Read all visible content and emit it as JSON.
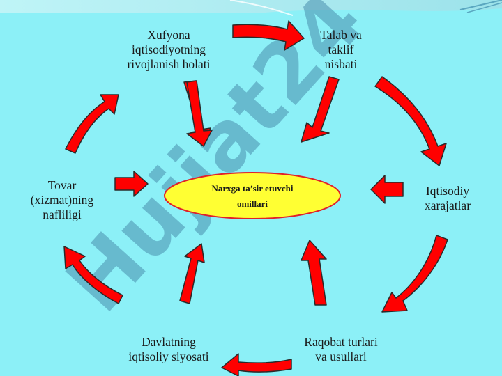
{
  "watermark": "Hujjat24",
  "center": {
    "line1": "Narxga ta’sir etuvchi",
    "line2": "omillari"
  },
  "nodes": {
    "xufyona": [
      "Xufyona",
      "iqtisodiyotning",
      "rivojlanish holati"
    ],
    "talab": [
      "Talab va",
      "taklif",
      "nisbati"
    ],
    "iqtisodiy": [
      "Iqtisodiy",
      "xarajatlar"
    ],
    "raqobat": [
      "Raqobat turlari",
      "va usullari"
    ],
    "davlat": [
      "Davlatning",
      "iqtisoliy siyosati"
    ],
    "tovar": [
      "Tovar",
      "(xizmat)ning",
      "nafliligi"
    ]
  },
  "colors": {
    "background": "#8cf0f7",
    "arrow_fill": "#ff0000",
    "arrow_stroke": "#2a2a2a",
    "ellipse_fill": "#ffff33",
    "ellipse_stroke": "#e0202a",
    "watermark": "#4a8fae"
  }
}
